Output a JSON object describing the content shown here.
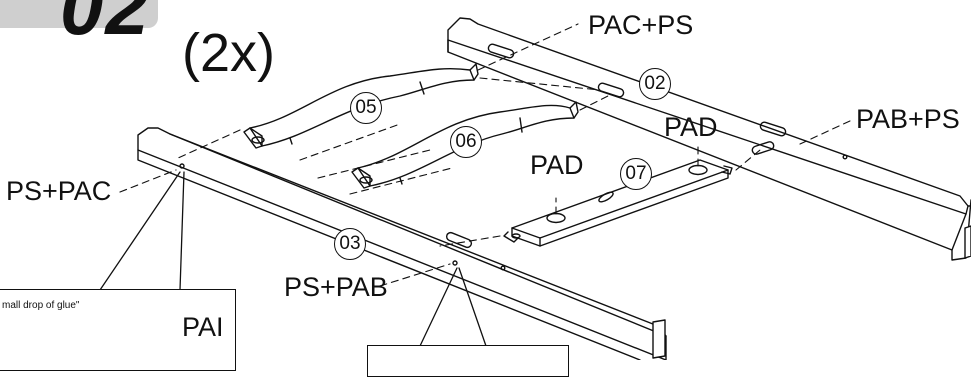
{
  "step": {
    "number": "02",
    "quantity": "(2x)"
  },
  "parts": {
    "p02": "02",
    "p03": "03",
    "p05": "05",
    "p06": "06",
    "p07": "07"
  },
  "labels": {
    "pac_ps": "PAC+PS",
    "pab_ps": "PAB+PS",
    "ps_pac": "PS+PAC",
    "ps_pab": "PS+PAB",
    "pad_top": "PAD",
    "pad_mid": "PAD"
  },
  "callout": {
    "glue_text": "mall drop of glue\"",
    "pai": "PAI"
  },
  "colors": {
    "ink": "#111111",
    "badge": "#cfcfcf",
    "background": "#ffffff"
  }
}
